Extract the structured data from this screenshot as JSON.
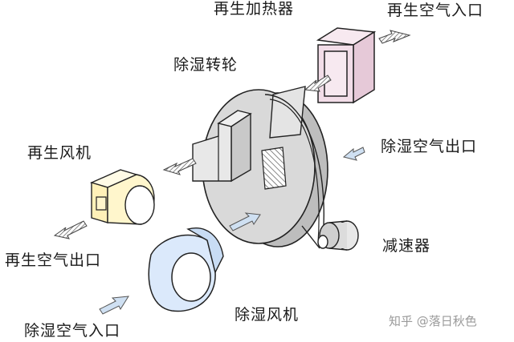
{
  "labels": {
    "regen_heater": "再生加热器",
    "regen_air_in": "再生空气入口",
    "dehum_rotor": "除湿转轮",
    "dry_air_out": "除湿空气出口",
    "regen_fan": "再生风机",
    "regen_air_out": "再生空气出口",
    "reducer": "减速器",
    "dehum_fan": "除湿风机",
    "dehum_air_in": "除湿空气入口"
  },
  "watermark": "知乎 @落日秋色",
  "colors": {
    "rotor": "#d9d9d9",
    "heater": "#f2dde8",
    "regen_fan": "#fff6cc",
    "dehum_fan": "#dbe9fb",
    "outline": "#222222",
    "arrow_blue": "#cfe0f2",
    "arrow_hatch": "#7a7a7a"
  }
}
